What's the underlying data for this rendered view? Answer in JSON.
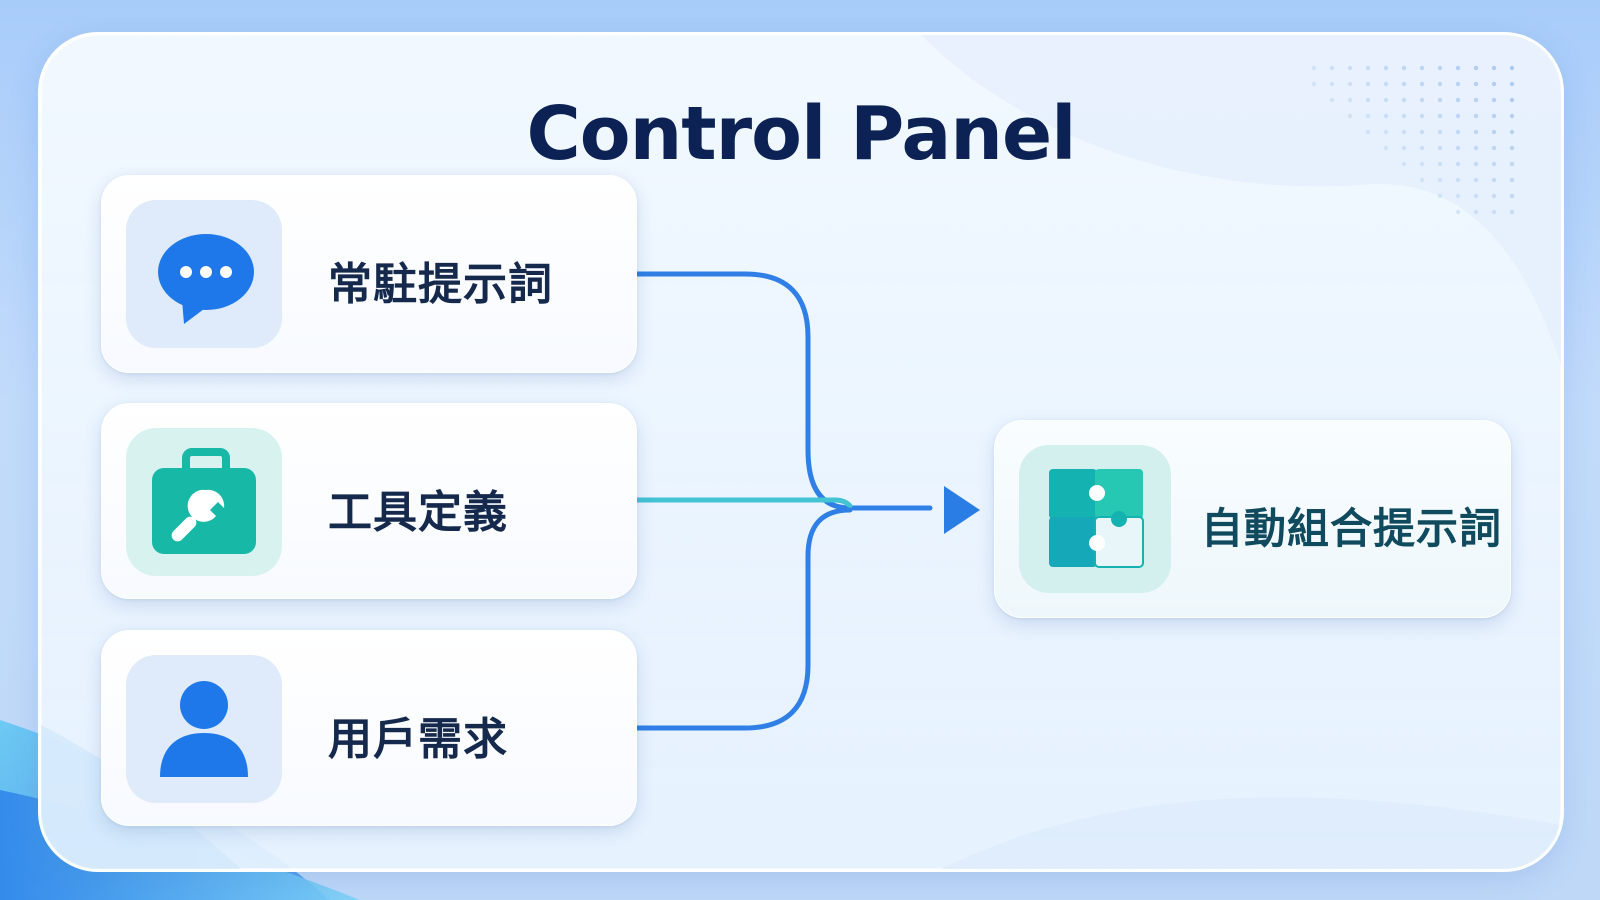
{
  "title": "Control Panel",
  "inputs": [
    {
      "label": "常駐提示詞",
      "icon": "chat-bubble-icon"
    },
    {
      "label": "工具定義",
      "icon": "toolbox-wrench-icon"
    },
    {
      "label": "用戶需求",
      "icon": "user-icon"
    }
  ],
  "output": {
    "label": "自動組合提示詞",
    "icon": "puzzle-icon"
  },
  "colors": {
    "title": "#0d2254",
    "label": "#15294d",
    "output_label": "#0f4a5e",
    "connector_blue": "#2f7fe6",
    "connector_teal": "#44c3d3",
    "arrow": "#2a7de4",
    "chat_icon": "#1f78ea",
    "toolbox_icon": "#17b9a6",
    "user_icon": "#1f78ea",
    "puzzle_icon": "#14b3b1"
  }
}
